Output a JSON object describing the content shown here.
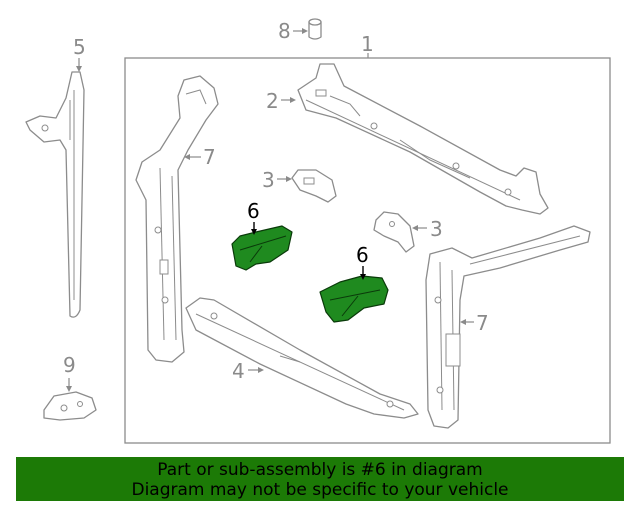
{
  "callouts": {
    "c1": "1",
    "c2": "2",
    "c3a": "3",
    "c3b": "3",
    "c4": "4",
    "c5": "5",
    "c6a": "6",
    "c6b": "6",
    "c7a": "7",
    "c7b": "7",
    "c8": "8",
    "c9": "9"
  },
  "highlighted_part": "6",
  "colors": {
    "highlight_fill": "#1f8a1f",
    "banner_bg": "#1c7a06",
    "line_gray": "#8c8c8c"
  },
  "banner": {
    "line1": "Part or sub-assembly is #6 in diagram",
    "line2": "Diagram may not be specific to your vehicle"
  }
}
